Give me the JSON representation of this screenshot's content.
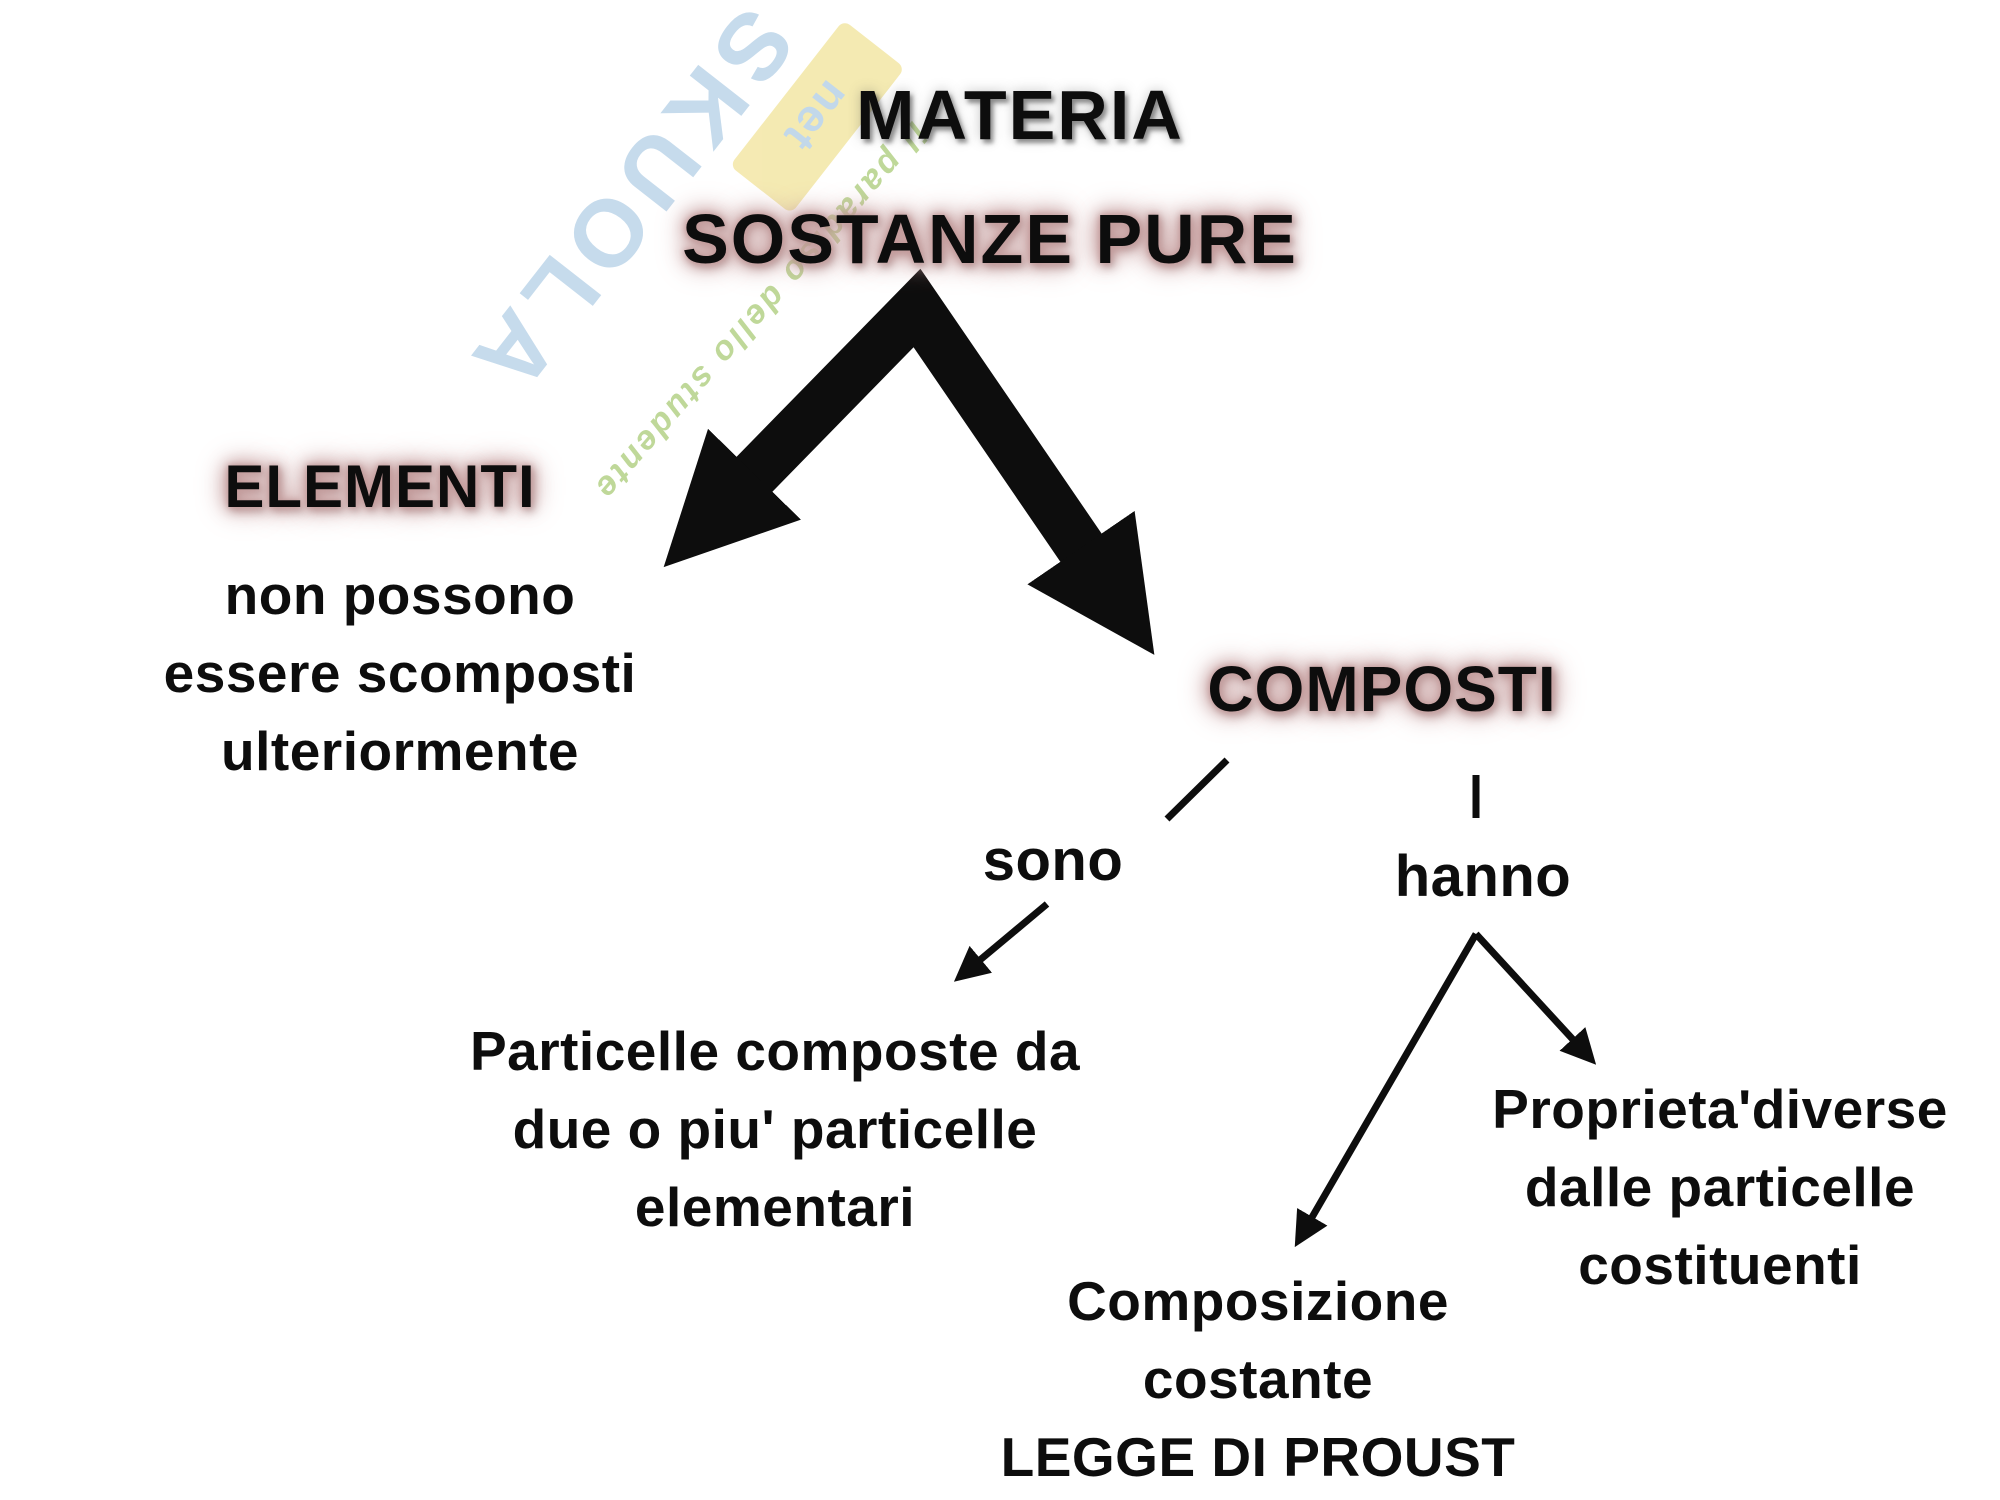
{
  "diagram": {
    "title": "MATERIA",
    "subtitle": "SOSTANZE PURE",
    "elements": {
      "label": "ELEMENTI",
      "description": "non possono\nessere scomposti\nulteriormente"
    },
    "composti": {
      "label": "COMPOSTI",
      "sono_label": "sono",
      "hanno_label": "hanno",
      "sono_target": "Particelle composte da\ndue o piu' particelle\nelementari",
      "hanno_target_left": "Composizione\ncostante\nLEGGE DI PROUST",
      "hanno_target_right": "Proprieta'diverse\ndalle particelle\ncostituenti"
    }
  },
  "watermark": {
    "brand": "SKUOLA",
    "brand_suffix": "net",
    "tagline": "il paradiso dello studente"
  },
  "colors": {
    "background": "#ffffff",
    "ink": "#0d0d0d",
    "highlight_glow": "#c49b9b",
    "watermark_blue": "#b3cfe6",
    "watermark_yellow": "#f2e5a0",
    "watermark_green": "#b9d48f"
  }
}
